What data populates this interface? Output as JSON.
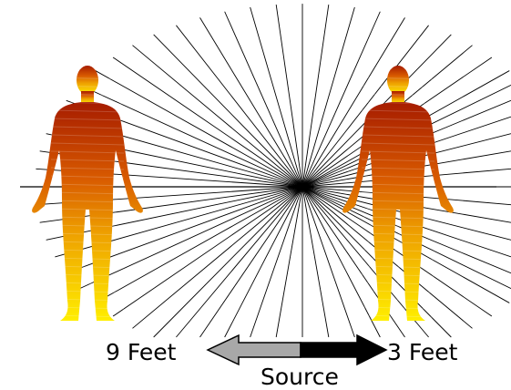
{
  "labels": {
    "left_distance": "9 Feet",
    "right_distance": "3 Feet",
    "source": "Source"
  },
  "colors": {
    "figure_top": "#a61c00",
    "figure_mid": "#e07000",
    "figure_bottom": "#ffee00",
    "rays": "#000000",
    "arrow_left_fill": "#a8a8a8",
    "arrow_right_fill": "#000000"
  },
  "figures": [
    {
      "name": "human-figure-far",
      "description_distance": "9 Feet"
    },
    {
      "name": "human-figure-near",
      "description_distance": "3 Feet"
    }
  ]
}
